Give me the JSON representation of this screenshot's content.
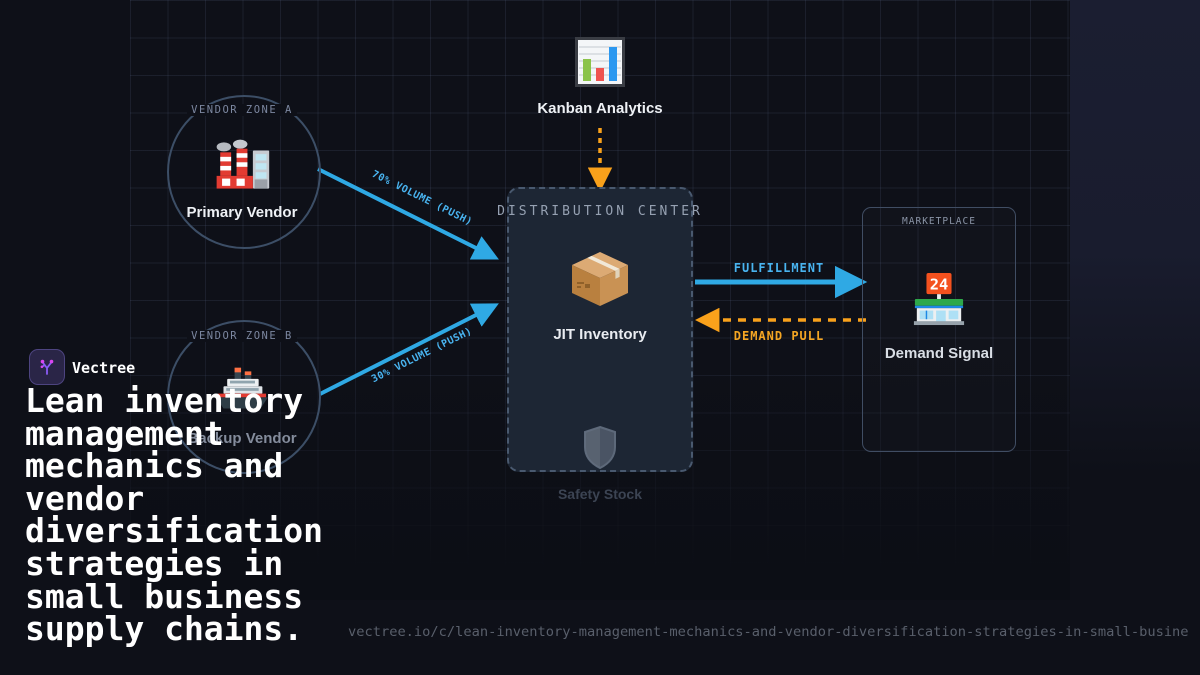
{
  "brand": {
    "name": "Vectree"
  },
  "headline": {
    "title": "Lean inventory management mechanics and vendor diversification strategies in small business supply chains."
  },
  "footer": {
    "url": "vectree.io/c/lean-inventory-management-mechanics-and-vendor-diversification-strategies-in-small-busine"
  },
  "diagram": {
    "vendor_zone_a": {
      "zone_label": "VENDOR ZONE A",
      "node": "Primary Vendor",
      "icon": "factory-icon"
    },
    "vendor_zone_b": {
      "zone_label": "VENDOR ZONE B",
      "node": "Backup Vendor",
      "icon": "cargo-ship-icon"
    },
    "kanban": {
      "node": "Kanban Analytics",
      "icon": "bar-chart-icon"
    },
    "distribution_center": {
      "title": "DISTRIBUTION CENTER",
      "node": "JIT Inventory",
      "icon": "package-icon"
    },
    "safety": {
      "node": "Safety Stock",
      "icon": "shield-icon"
    },
    "marketplace": {
      "title": "MARKETPLACE",
      "node": "Demand Signal",
      "icon": "convenience-store-icon",
      "store_sign": "24"
    },
    "flows": {
      "push_primary": {
        "label": "70% VOLUME (PUSH)"
      },
      "push_backup": {
        "label": "30% VOLUME (PUSH)"
      },
      "fulfillment": {
        "label": "FULFILLMENT"
      },
      "demand_pull": {
        "label": "DEMAND PULL"
      }
    }
  },
  "colors": {
    "accent_blue": "#2fa9e4",
    "accent_orange": "#f9a11b",
    "background": "#0c0e15"
  }
}
